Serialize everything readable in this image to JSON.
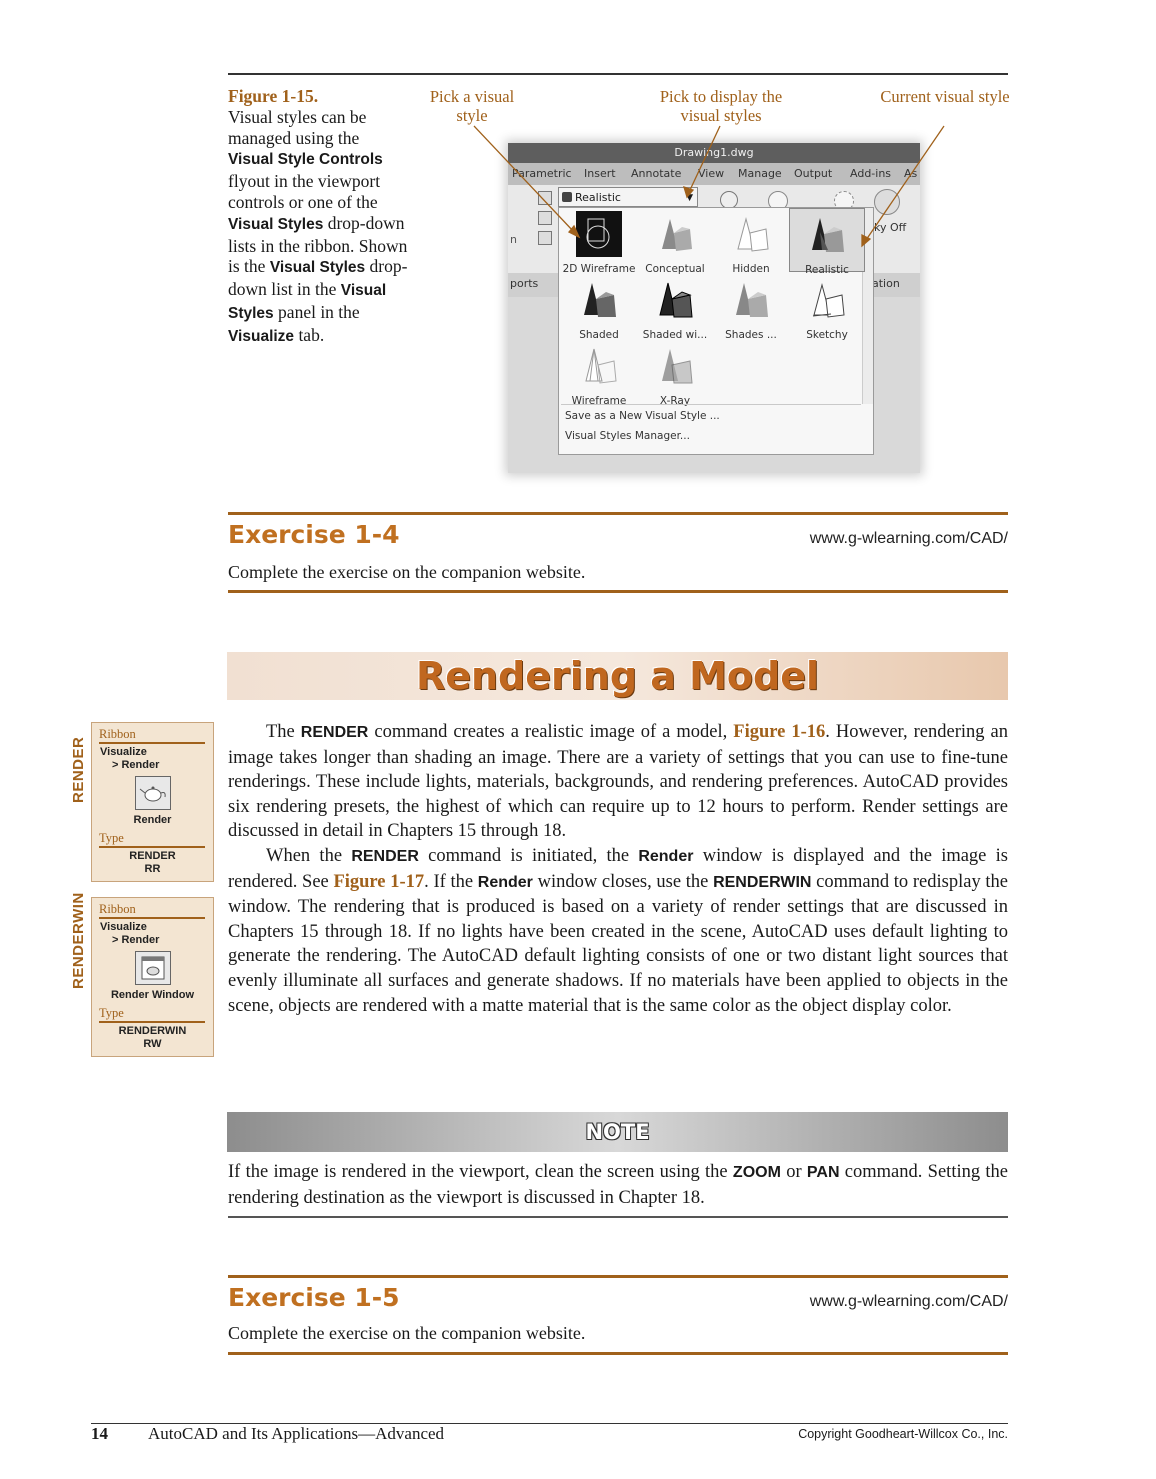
{
  "figure": {
    "title": "Figure 1-15.",
    "caption_parts": [
      {
        "t": "Visual styles can be managed using the ",
        "b": false
      },
      {
        "t": "Visual Style Controls",
        "b": true
      },
      {
        "t": " flyout in the viewport controls or one of the ",
        "b": false
      },
      {
        "t": "Visual Styles",
        "b": true
      },
      {
        "t": " drop-down lists in the ribbon. Shown is the ",
        "b": false
      },
      {
        "t": "Visual Styles",
        "b": true
      },
      {
        "t": " drop-down list in the ",
        "b": false
      },
      {
        "t": "Visual Styles",
        "b": true
      },
      {
        "t": " panel in the ",
        "b": false
      },
      {
        "t": "Visualize",
        "b": true
      },
      {
        "t": " tab.",
        "b": false
      }
    ],
    "callouts": {
      "pick_style": "Pick a visual style",
      "pick_display": "Pick to display the visual styles",
      "current": "Current visual style"
    }
  },
  "screenshot": {
    "window_title": "Drawing1.dwg",
    "tabs": [
      "Parametric",
      "Insert",
      "Annotate",
      "View",
      "Manage",
      "Output",
      "Add-ins",
      "As"
    ],
    "dropdown_value": "Realistic",
    "sky": "ky Off",
    "ribbon_left": "n",
    "viewports_label": "ports",
    "tion_label": "ation",
    "styles": [
      {
        "label": "2D Wireframe",
        "kind": "wire2d"
      },
      {
        "label": "Conceptual",
        "kind": "conceptual"
      },
      {
        "label": "Hidden",
        "kind": "hidden"
      },
      {
        "label": "Realistic",
        "kind": "realistic",
        "selected": true
      },
      {
        "label": "Shaded",
        "kind": "shaded"
      },
      {
        "label": "Shaded wi...",
        "kind": "shadededge"
      },
      {
        "label": "Shades ...",
        "kind": "shadesgray"
      },
      {
        "label": "Sketchy",
        "kind": "sketchy"
      },
      {
        "label": "Wireframe",
        "kind": "wireframe"
      },
      {
        "label": "X-Ray",
        "kind": "xray"
      }
    ],
    "menu": [
      "Save as a New Visual Style ...",
      "Visual Styles Manager..."
    ]
  },
  "exercise_4": {
    "title": "Exercise 1-4",
    "url": "www.g-wlearning.com/CAD/",
    "text": "Complete the exercise on the companion website."
  },
  "heading": "Rendering a Model",
  "paragraphs": [
    [
      {
        "t": "The ",
        "s": "n"
      },
      {
        "t": "RENDER",
        "s": "b"
      },
      {
        "t": " command creates a realistic image of a model, ",
        "s": "n"
      },
      {
        "t": "Figure 1-16",
        "s": "l"
      },
      {
        "t": ". However, rendering an image takes longer than shading an image. There are a variety of settings that you can use to fine-tune renderings. These include lights, materials, backgrounds, and rendering preferences. AutoCAD provides six rendering presets, the highest of which can require up to 12 hours to perform. Render settings are discussed in detail in Chapters 15 through 18.",
        "s": "n"
      }
    ],
    [
      {
        "t": "When the ",
        "s": "n"
      },
      {
        "t": "RENDER",
        "s": "b"
      },
      {
        "t": " command is initiated, the ",
        "s": "n"
      },
      {
        "t": "Render",
        "s": "b"
      },
      {
        "t": " window is displayed and the image is rendered. See ",
        "s": "n"
      },
      {
        "t": "Figure 1-17",
        "s": "l"
      },
      {
        "t": ". If the ",
        "s": "n"
      },
      {
        "t": "Render",
        "s": "b"
      },
      {
        "t": " window closes, use the ",
        "s": "n"
      },
      {
        "t": "RENDERWIN",
        "s": "b"
      },
      {
        "t": " command to redisplay the window. The rendering that is produced is based on a variety of render settings that are discussed in Chapters 15 through 18. If no lights have been created in the scene, AutoCAD uses default lighting to generate the rendering. The AutoCAD default lighting consists of one or two distant light sources that evenly illuminate all surfaces and generate shadows. If no materials have been applied to objects in the scene, objects are rendered with a matte material that is the same color as the object display color.",
        "s": "n"
      }
    ]
  ],
  "sidebox_render": {
    "side_label": "RENDER",
    "ribbon": "Ribbon",
    "path1": "Visualize",
    "path2": "> Render",
    "button": "Render",
    "type": "Type",
    "cmd1": "RENDER",
    "cmd2": "RR"
  },
  "sidebox_renderwin": {
    "side_label": "RENDERWIN",
    "ribbon": "Ribbon",
    "path1": "Visualize",
    "path2": "> Render",
    "button": "Render Window",
    "type": "Type",
    "cmd1": "RENDERWIN",
    "cmd2": "RW"
  },
  "note": {
    "title": "NOTE",
    "parts": [
      {
        "t": "If the image is rendered in the viewport, clean the screen using the ",
        "s": "n"
      },
      {
        "t": "ZOOM",
        "s": "b"
      },
      {
        "t": " or ",
        "s": "n"
      },
      {
        "t": "PAN",
        "s": "b"
      },
      {
        "t": " command. Setting the rendering destination as the viewport is discussed in Chapter 18.",
        "s": "n"
      }
    ]
  },
  "exercise_5": {
    "title": "Exercise 1-5",
    "url": "www.g-wlearning.com/CAD/",
    "text": "Complete the exercise on the companion website."
  },
  "footer": {
    "page": "14",
    "book": "AutoCAD and Its Applications—Advanced",
    "copyright": "Copyright Goodheart-Willcox Co., Inc."
  },
  "colors": {
    "accent": "#a0611b",
    "heading": "#c0671f"
  }
}
